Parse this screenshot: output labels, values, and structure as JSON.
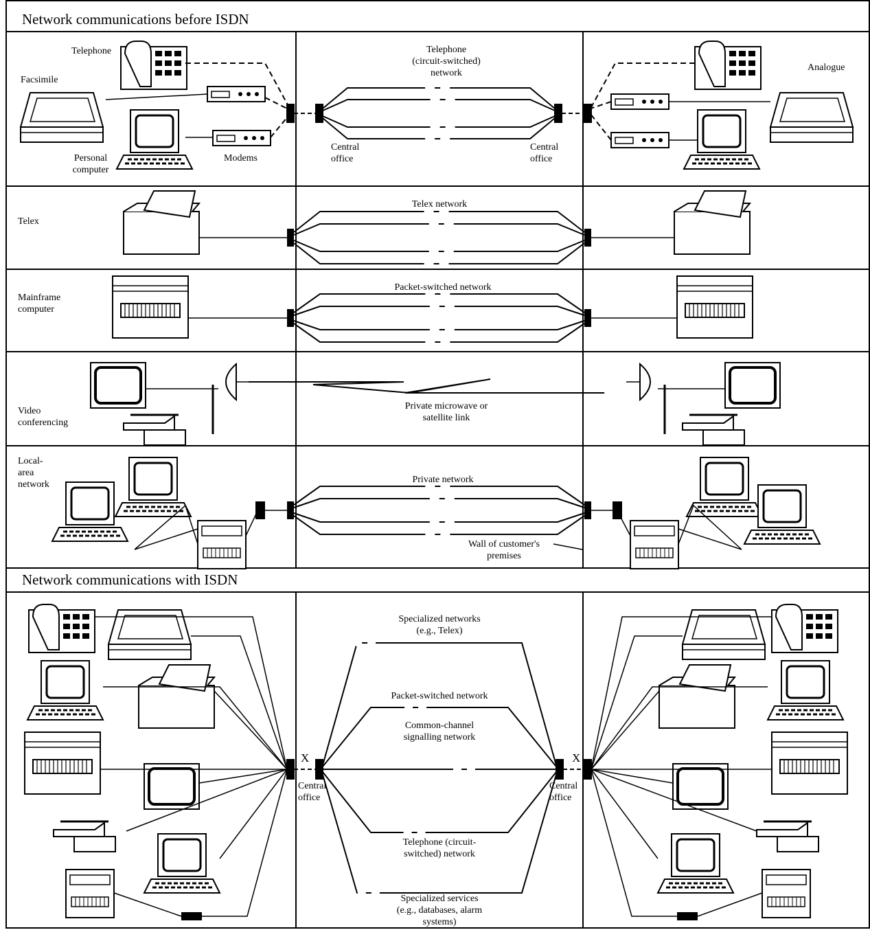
{
  "sections": {
    "before": "Network communications before ISDN",
    "with": "Network communications with ISDN"
  },
  "before": {
    "row1": {
      "telephone": "Telephone",
      "facsimile": "Facsimile",
      "pc": "Personal\ncomputer",
      "modems": "Modems",
      "network": "Telephone\n(circuit-switched)\nnetwork",
      "central_left": "Central\noffice",
      "central_right": "Central\noffice",
      "analogue": "Analogue"
    },
    "row2": {
      "device": "Telex",
      "network": "Telex network"
    },
    "row3": {
      "device": "Mainframe\ncomputer",
      "network": "Packet-switched network"
    },
    "row4": {
      "device": "Video\nconferencing",
      "network": "Private microwave or\nsatellite link"
    },
    "row5": {
      "device": "Local-\narea\nnetwork",
      "network": "Private network",
      "wall": "Wall of customer's\npremises"
    }
  },
  "with_isdn": {
    "specialized_networks": "Specialized networks\n(e.g., Telex)",
    "packet": "Packet-switched network",
    "signalling": "Common-channel\nsignalling network",
    "telephone": "Telephone (circuit-\nswitched) network",
    "specialized_services": "Specialized services\n(e.g., databases, alarm\nsystems)",
    "central_left": "Central\noffice",
    "central_right": "Central\noffice",
    "x_mark": "X"
  }
}
